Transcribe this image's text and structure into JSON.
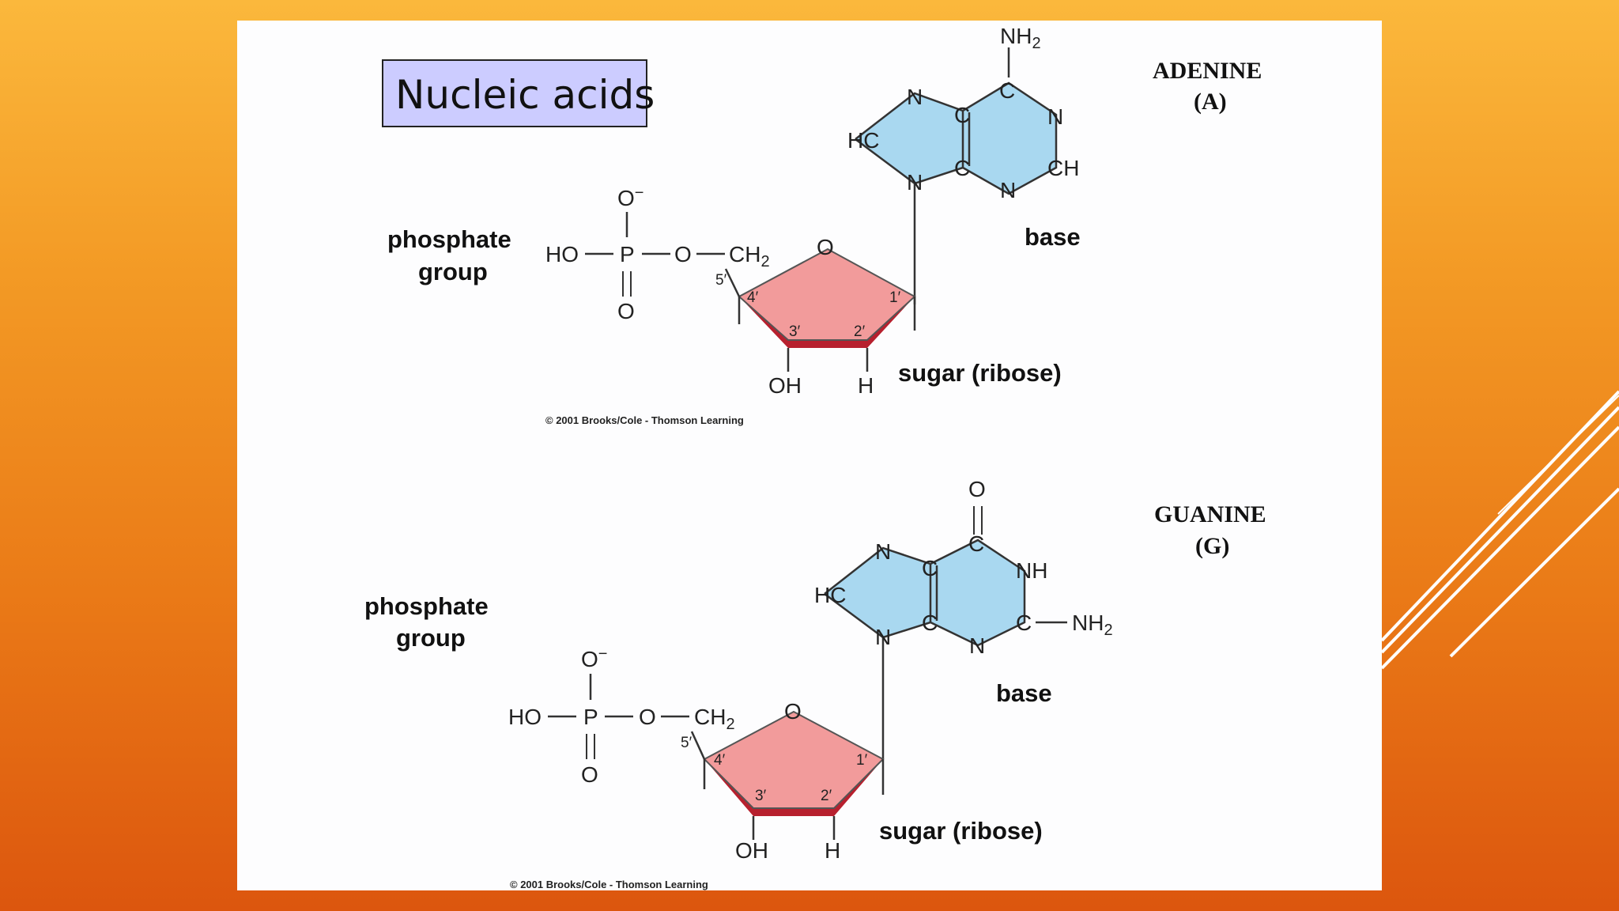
{
  "slide": {
    "title": "Nucleic acids"
  },
  "adenine": {
    "name": "ADENINE",
    "abbrev": "(A)",
    "phosphate_label_1": "phosphate",
    "phosphate_label_2": "group",
    "base_label": "base",
    "sugar_label": "sugar (ribose)",
    "copyright": "© 2001 Brooks/Cole - Thomson Learning"
  },
  "guanine": {
    "name": "GUANINE",
    "abbrev": "(G)",
    "phosphate_label_1": "phosphate",
    "phosphate_label_2": "group",
    "base_label": "base",
    "sugar_label": "sugar (ribose)",
    "copyright": "© 2001 Brooks/Cole - Thomson Learning"
  },
  "colors": {
    "base": "#a9d8f0",
    "sugar": "#f29b9b",
    "sugar_edge": "#b7202e",
    "title_box": "#ccccff"
  }
}
